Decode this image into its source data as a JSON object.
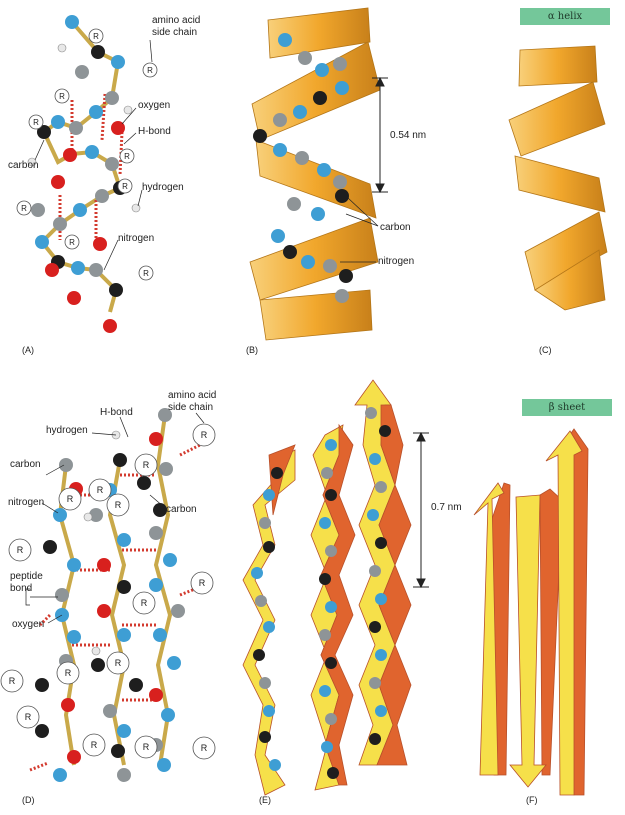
{
  "panels": {
    "a": {
      "letter": "(A)",
      "labels": {
        "side_chain_1": "amino acid",
        "side_chain_2": "side chain",
        "oxygen": "oxygen",
        "hbond": "H-bond",
        "carbon": "carbon",
        "hydrogen": "hydrogen",
        "nitrogen": "nitrogen",
        "r": "R"
      }
    },
    "b": {
      "letter": "(B)",
      "pitch": "0.54 nm",
      "carbon": "carbon",
      "nitrogen": "nitrogen"
    },
    "c": {
      "letter": "(C)",
      "tag": "α helix"
    },
    "d": {
      "letter": "(D)",
      "labels": {
        "side_chain_1": "amino acid",
        "side_chain_2": "side chain",
        "hbond": "H-bond",
        "hydrogen": "hydrogen",
        "carbon": "carbon",
        "nitrogen": "nitrogen",
        "peptide_1": "peptide",
        "peptide_2": "bond",
        "oxygen": "oxygen",
        "r": "R"
      }
    },
    "e": {
      "letter": "(E)",
      "spacing": "0.7 nm"
    },
    "f": {
      "letter": "(F)",
      "tag": "β sheet"
    }
  },
  "colors": {
    "carbon_black": "#1e1e1e",
    "carbon_gray": "#8e9497",
    "nitrogen": "#3e9ed4",
    "oxygen": "#d8201e",
    "hydrogen": "#e8e8e8",
    "bond": "#c9a94a",
    "hbond": "#d33a2e",
    "ribbon_gold": "#f1a72c",
    "ribbon_light": "#f8d07a",
    "sheet_yellow": "#f6e04a",
    "sheet_red": "#e0642e",
    "tag_green": "#74c79a"
  }
}
